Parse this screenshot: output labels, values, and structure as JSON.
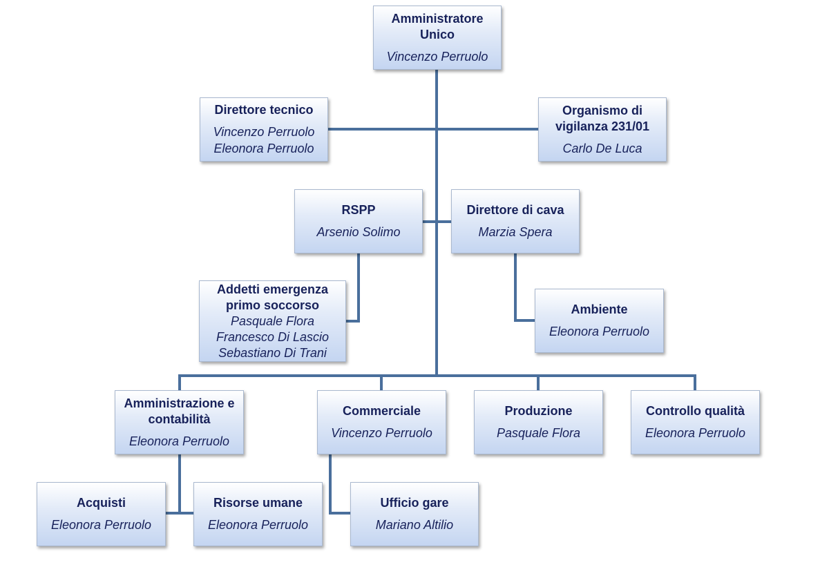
{
  "nodes": {
    "amministratore": {
      "role": [
        "Amministratore",
        "Unico"
      ],
      "names": [
        "Vincenzo Perruolo"
      ]
    },
    "direttore_tecnico": {
      "role": [
        "Direttore tecnico"
      ],
      "names": [
        "Vincenzo Perruolo",
        "Eleonora Perruolo"
      ]
    },
    "organismo": {
      "role": [
        "Organismo di",
        "vigilanza 231/01"
      ],
      "names": [
        "Carlo De Luca"
      ]
    },
    "rspp": {
      "role": [
        "RSPP"
      ],
      "names": [
        "Arsenio Solimo"
      ]
    },
    "direttore_cava": {
      "role": [
        "Direttore di cava"
      ],
      "names": [
        "Marzia Spera"
      ]
    },
    "addetti": {
      "role": [
        "Addetti emergenza",
        "primo soccorso"
      ],
      "names": [
        "Pasquale Flora",
        "Francesco Di Lascio",
        "Sebastiano Di Trani"
      ]
    },
    "ambiente": {
      "role": [
        "Ambiente"
      ],
      "names": [
        "Eleonora Perruolo"
      ]
    },
    "amministrazione": {
      "role": [
        "Amministrazione e",
        "contabilità"
      ],
      "names": [
        "Eleonora Perruolo"
      ]
    },
    "commerciale": {
      "role": [
        "Commerciale"
      ],
      "names": [
        "Vincenzo Perruolo"
      ]
    },
    "produzione": {
      "role": [
        "Produzione"
      ],
      "names": [
        "Pasquale Flora"
      ]
    },
    "controllo": {
      "role": [
        "Controllo qualità"
      ],
      "names": [
        "Eleonora Perruolo"
      ]
    },
    "acquisti": {
      "role": [
        "Acquisti"
      ],
      "names": [
        "Eleonora Perruolo"
      ]
    },
    "risorse": {
      "role": [
        "Risorse umane"
      ],
      "names": [
        "Eleonora Perruolo"
      ]
    },
    "gare": {
      "role": [
        "Ufficio gare"
      ],
      "names": [
        "Mariano Altilio"
      ]
    }
  },
  "colors": {
    "connector": "#4a6f9c",
    "text": "#17215a",
    "border": "#a9b8cf"
  }
}
